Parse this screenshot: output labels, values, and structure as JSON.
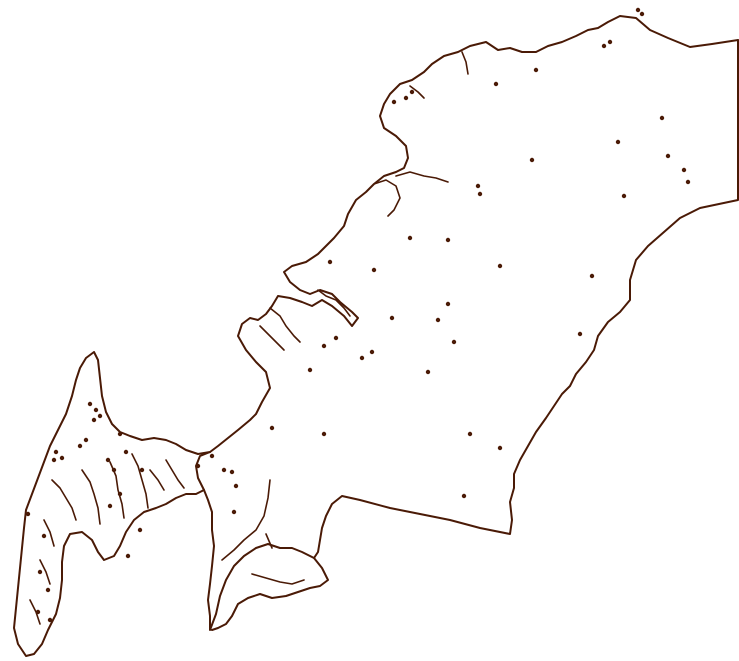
{
  "map": {
    "style": {
      "stroke_color": "#4a1a06",
      "point_color": "#4a1a06",
      "background": "#ffffff"
    },
    "layers": [
      {
        "name": "region-boundary",
        "kind": "outline"
      },
      {
        "name": "location-points",
        "kind": "points",
        "count": 70
      }
    ]
  }
}
